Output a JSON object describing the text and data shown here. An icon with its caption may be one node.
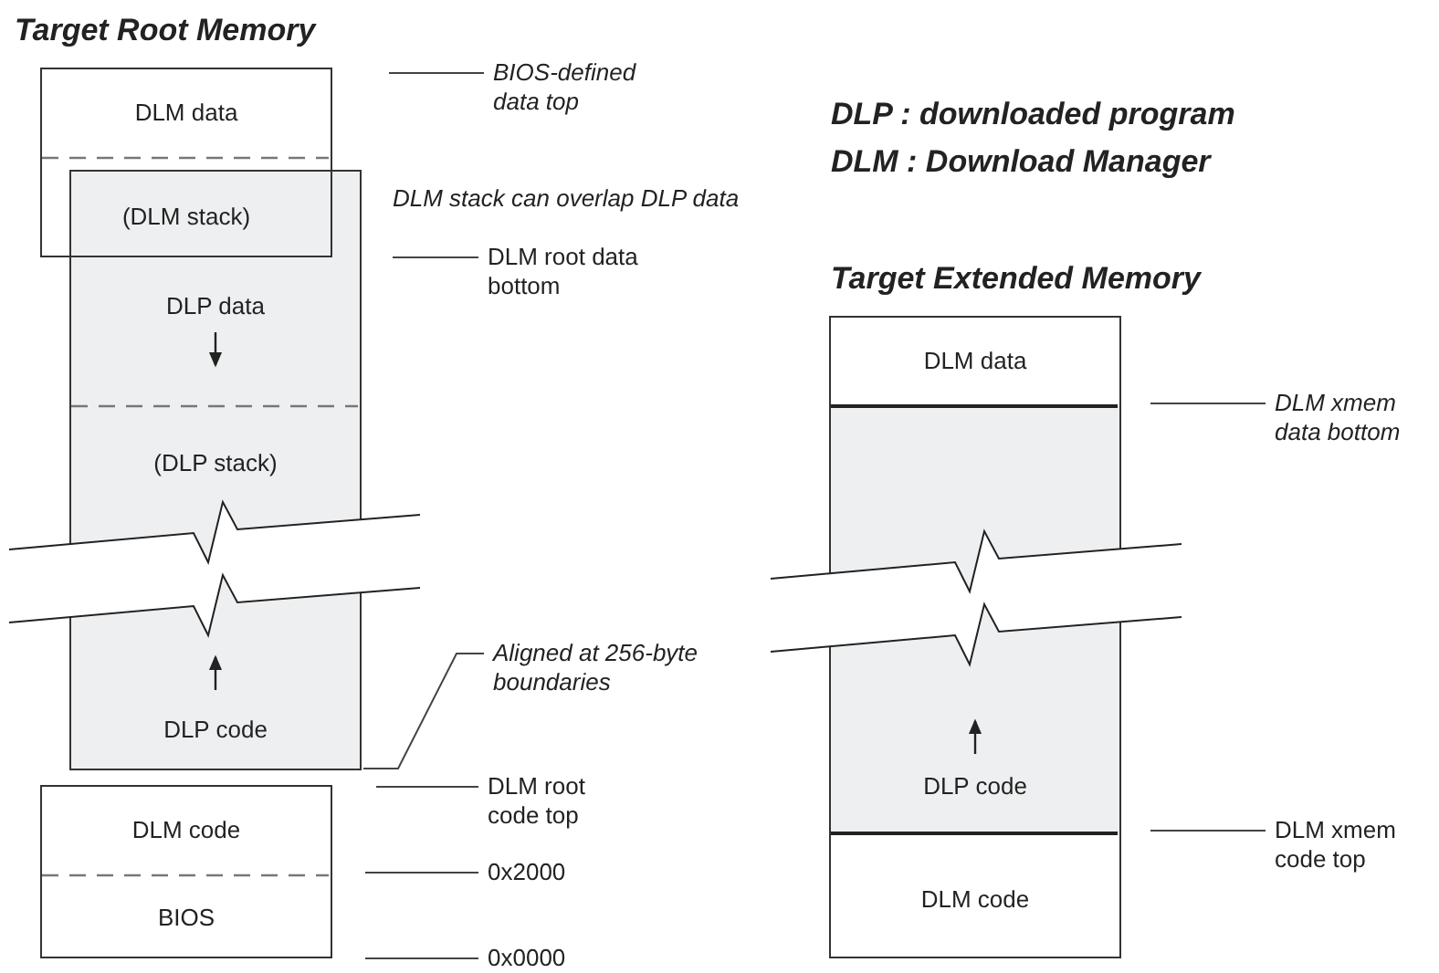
{
  "diagram": {
    "nodes": [
      {
        "text": [
          "DLM data",
          "(DLM stack)"
        ]
      },
      {
        "text": [
          "DLP data",
          "(DLP stack)",
          "DLP code"
        ]
      },
      {
        "text": [
          "DLM code",
          "BIOS"
        ]
      },
      {
        "text": [
          "DLM data",
          "DLP code",
          "DLM code"
        ]
      },
      {
        "text": [
          "BIOS-defined data top"
        ]
      },
      {
        "text": [
          "DLM root data bottom"
        ]
      },
      {
        "text": [
          "Aligned at 256-byte boundaries"
        ]
      },
      {
        "text": [
          "DLM root code top"
        ]
      },
      {
        "text": [
          "0x2000"
        ]
      },
      {
        "text": [
          "0x0000"
        ]
      },
      {
        "text": [
          "DLM xmem data bottom"
        ]
      },
      {
        "text": [
          "DLM xmem code top"
        ]
      }
    ],
    "edges": [
      {
        "from": 4,
        "to": null,
        "arrow": "none"
      },
      {
        "from": 5,
        "to": null,
        "arrow": "none"
      },
      {
        "from": 6,
        "to": 1,
        "arrow": "none"
      },
      {
        "from": 7,
        "to": null,
        "arrow": "none"
      },
      {
        "from": 8,
        "to": null,
        "arrow": "none"
      },
      {
        "from": 9,
        "to": null,
        "arrow": "none"
      },
      {
        "from": 10,
        "to": null,
        "arrow": "none"
      },
      {
        "from": 11,
        "to": null,
        "arrow": "none"
      }
    ],
    "labels": [
      "Target Root Memory",
      "DLP : downloaded program",
      "DLM : Download Manager",
      "DLM stack can overlap DLP data",
      "Target Extended Memory"
    ]
  }
}
